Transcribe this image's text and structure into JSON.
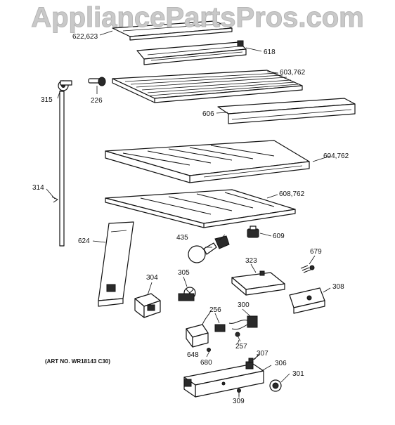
{
  "watermark": "AppliancePartsPros.com",
  "art_number": "(ART NO. WR18143 C30)",
  "callouts": [
    {
      "id": "c622",
      "text": "622,623"
    },
    {
      "id": "c618",
      "text": "618"
    },
    {
      "id": "c603",
      "text": "603,762"
    },
    {
      "id": "c315",
      "text": "315"
    },
    {
      "id": "c226",
      "text": "226"
    },
    {
      "id": "c606",
      "text": "606"
    },
    {
      "id": "c604",
      "text": "604,762"
    },
    {
      "id": "c314",
      "text": "314"
    },
    {
      "id": "c608",
      "text": "608,762"
    },
    {
      "id": "c624",
      "text": "624"
    },
    {
      "id": "c435",
      "text": "435"
    },
    {
      "id": "c609",
      "text": "609"
    },
    {
      "id": "c679",
      "text": "679"
    },
    {
      "id": "c323",
      "text": "323"
    },
    {
      "id": "c304",
      "text": "304"
    },
    {
      "id": "c305",
      "text": "305"
    },
    {
      "id": "c308",
      "text": "308"
    },
    {
      "id": "c300",
      "text": "300"
    },
    {
      "id": "c256",
      "text": "256"
    },
    {
      "id": "c648",
      "text": "648"
    },
    {
      "id": "c257",
      "text": "257"
    },
    {
      "id": "c307",
      "text": "307"
    },
    {
      "id": "c680",
      "text": "680"
    },
    {
      "id": "c306",
      "text": "306"
    },
    {
      "id": "c301",
      "text": "301"
    },
    {
      "id": "c309",
      "text": "309"
    }
  ]
}
